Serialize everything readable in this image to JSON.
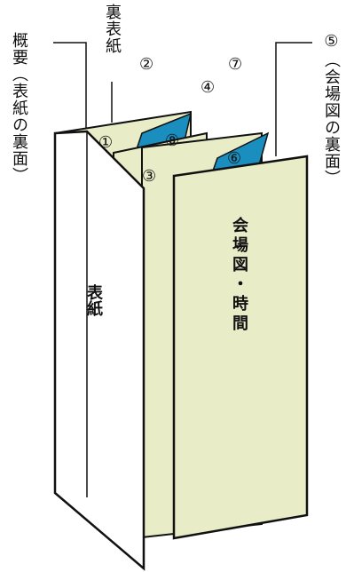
{
  "labels": {
    "back_cover": "裏表紙",
    "overview": "概要（表紙の裏面）",
    "map_back": "⑤（会場図の裏面）"
  },
  "panel_numbers": {
    "n1": "①",
    "n2": "②",
    "n3": "③",
    "n4": "④",
    "n6": "⑥",
    "n7": "⑦",
    "n8": "⑧"
  },
  "panels": {
    "cover": "表紙",
    "map_time": "会場図・時間"
  },
  "colors": {
    "panel_green": "#e8edc8",
    "accent_blue": "#1a8fbf",
    "outline": "#111111",
    "cover_white": "#ffffff"
  }
}
